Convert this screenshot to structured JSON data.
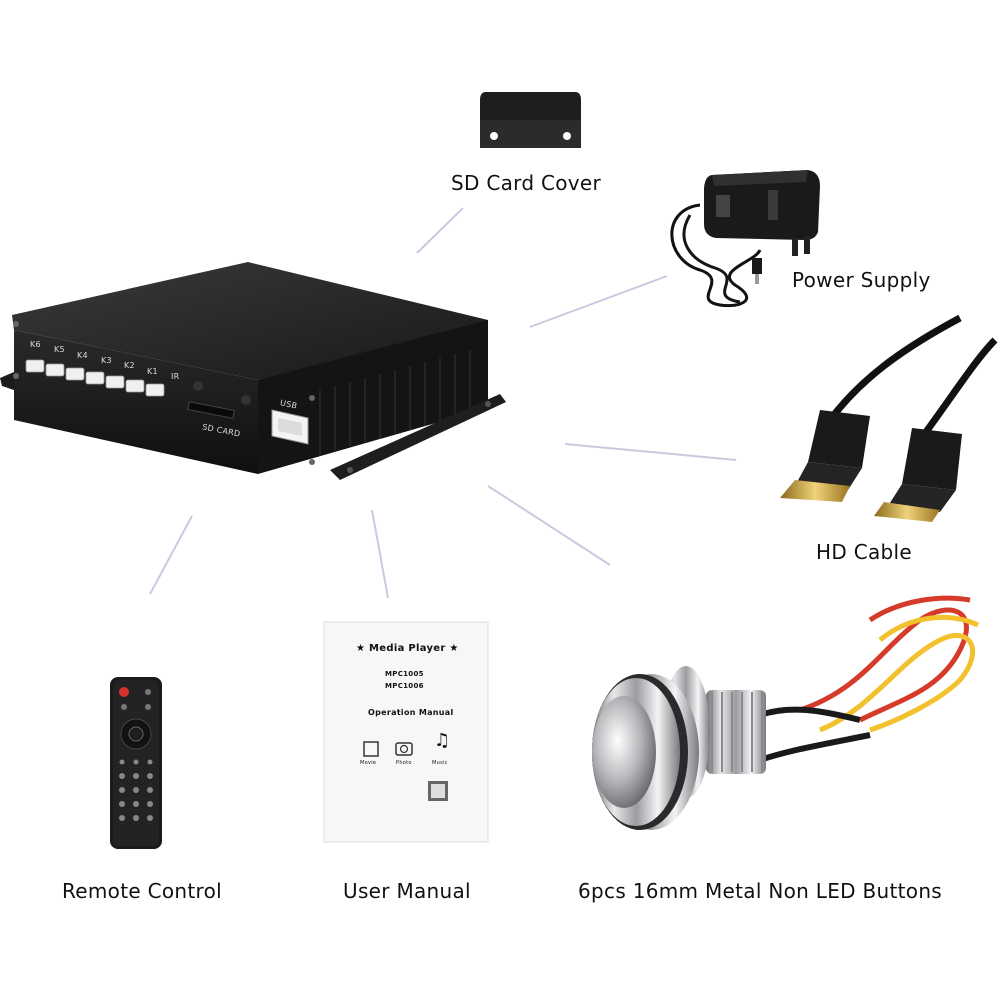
{
  "labels": {
    "sd_card_cover": "SD Card Cover",
    "power_supply": "Power Supply",
    "hd_cable": "HD Cable",
    "remote_control": "Remote Control",
    "user_manual": "User Manual",
    "buttons": "6pcs 16mm Metal Non LED Buttons"
  },
  "device": {
    "key_labels": [
      "K6",
      "K5",
      "K4",
      "K3",
      "K2",
      "K1",
      "IR"
    ],
    "sd_label": "SD CARD",
    "usb_label": "USB"
  },
  "manual": {
    "title": "★ Media Player ★",
    "model_1": "MPC1005",
    "model_2": "MPC1006",
    "subtitle": "Operation Manual",
    "icon_labels": [
      "Movie",
      "Photo",
      "Music"
    ]
  },
  "colors": {
    "device_body": "#1c1c1e",
    "connector_gold": "#c9a23a",
    "wire_red": "#d63a2a",
    "wire_yellow": "#f2c12e",
    "remote_power": "#d9312b"
  }
}
